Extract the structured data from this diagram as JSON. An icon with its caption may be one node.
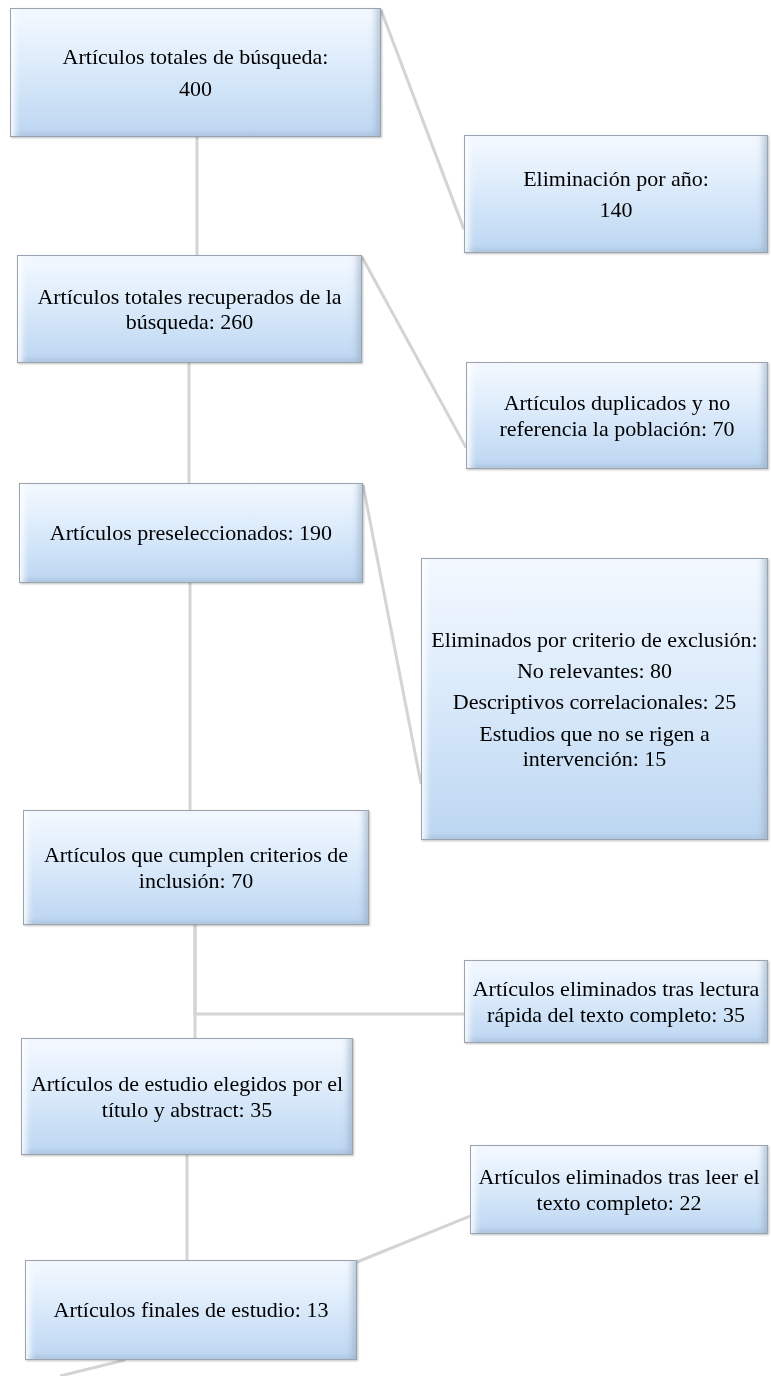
{
  "diagram": {
    "nodes": [
      {
        "text": [
          "Artículos totales de búsqueda:",
          "400"
        ]
      },
      {
        "text": [
          "Eliminación por año:",
          "140"
        ]
      },
      {
        "text": [
          "Artículos totales recuperados de la búsqueda: 260"
        ]
      },
      {
        "text": [
          "Artículos duplicados y no referencia la población: 70"
        ]
      },
      {
        "text": [
          "Artículos preseleccionados: 190"
        ]
      },
      {
        "text": [
          "Eliminados por criterio de exclusión:",
          "No relevantes: 80",
          "Descriptivos correlacionales: 25",
          "Estudios que no se rigen a intervención: 15"
        ]
      },
      {
        "text": [
          "Artículos que cumplen criterios de inclusión: 70"
        ]
      },
      {
        "text": [
          "Artículos eliminados tras lectura rápida del texto completo: 35"
        ]
      },
      {
        "text": [
          "Artículos de estudio elegidos por el título y abstract: 35"
        ]
      },
      {
        "text": [
          "Artículos eliminados tras leer el texto completo: 22"
        ]
      },
      {
        "text": [
          "Artículos finales de estudio: 13"
        ]
      }
    ],
    "edges": [
      {
        "from": 0,
        "to": 1,
        "arrow": "none"
      },
      {
        "from": 0,
        "to": 2,
        "arrow": "none"
      },
      {
        "from": 2,
        "to": 3,
        "arrow": "none"
      },
      {
        "from": 2,
        "to": 4,
        "arrow": "none"
      },
      {
        "from": 4,
        "to": 5,
        "arrow": "none"
      },
      {
        "from": 4,
        "to": 6,
        "arrow": "none"
      },
      {
        "from": 6,
        "to": 7,
        "arrow": "none"
      },
      {
        "from": 6,
        "to": 8,
        "arrow": "none"
      },
      {
        "from": 8,
        "to": 10,
        "arrow": "none"
      },
      {
        "from": 10,
        "to": 9,
        "arrow": "none"
      },
      {
        "from": 10,
        "to": null,
        "arrow": "none"
      }
    ]
  }
}
